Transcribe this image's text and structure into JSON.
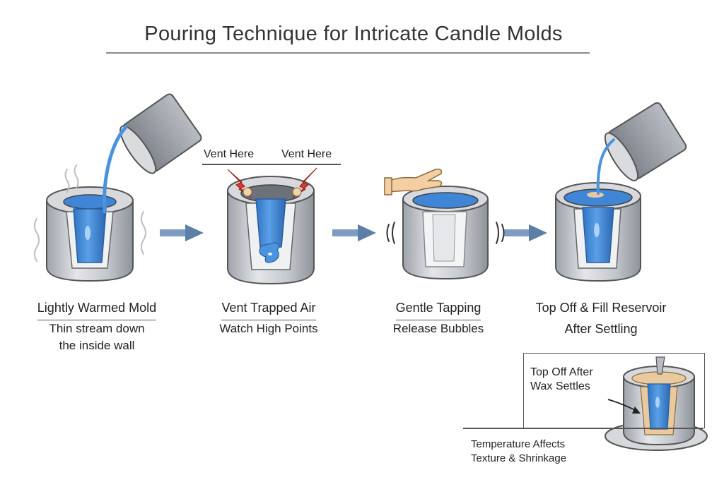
{
  "title": "Pouring Technique for Intricate Candle Molds",
  "vent_labels": [
    "Vent Here",
    "Vent Here"
  ],
  "steps": [
    {
      "heading": "Lightly Warmed Mold",
      "lines": [
        "Thin stream down",
        "the inside wall"
      ]
    },
    {
      "heading": "Vent Trapped Air",
      "lines": [
        "Watch High Points"
      ]
    },
    {
      "heading": "Gentle Tapping",
      "lines": [
        "Release Bubbles"
      ]
    },
    {
      "heading": "Top Off & Fill Reservoir",
      "lines": [
        "After Settling"
      ]
    }
  ],
  "inset": {
    "callout": [
      "Top Off After",
      "Wax Settles"
    ],
    "note": [
      "Temperature Affects",
      "Texture & Shrinkage"
    ]
  },
  "colors": {
    "wax": "#3f86d6",
    "mold": "#c9ccd1",
    "arrow": "#5b7fa6",
    "vent_mark": "#e03a2b",
    "reservoir": "#e9c9a0"
  }
}
